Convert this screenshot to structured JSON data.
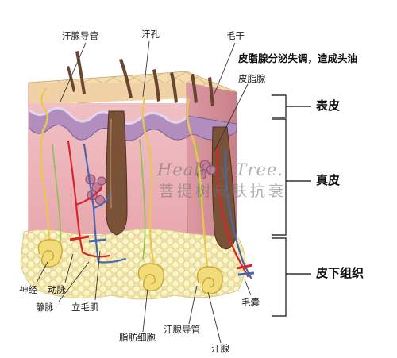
{
  "labels": {
    "sweat_duct_top": "汗腺导管",
    "pore": "汗孔",
    "hair_shaft": "毛干",
    "sebaceous_gland": "皮脂腺",
    "nerve": "神经",
    "artery": "动脉",
    "vein": "静脉",
    "arrector_pili": "立毛肌",
    "fat_cell": "脂肪细胞",
    "sweat_duct_bottom": "汗腺导管",
    "sweat_gland": "汗腺",
    "follicle": "毛囊"
  },
  "callout": "皮脂腺分泌失调，造成头油",
  "layers": {
    "epidermis": "表皮",
    "dermis": "真皮",
    "subcutis": "皮下组织"
  },
  "watermark": {
    "english": "Healthy Tree.",
    "chinese": "菩提树皮肤抗衰"
  },
  "colors": {
    "dermis": "#ecb3b8",
    "dermis_dark": "#d99aa2",
    "epidermis_top": "#f4dcb4",
    "basal_layer": "#a986b4",
    "fat": "#f9f0c0",
    "hair": "#6e4a33",
    "sweat_gland": "#f0d870",
    "artery": "#d6262b",
    "vein": "#4667b0",
    "nerve": "#8cc24f"
  }
}
